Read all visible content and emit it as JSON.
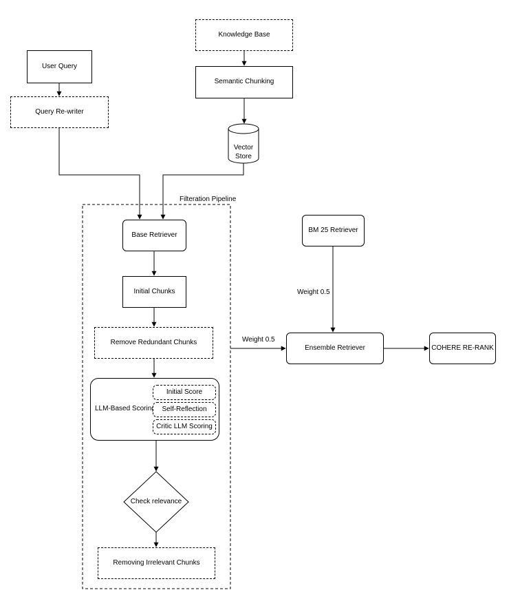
{
  "nodes": {
    "knowledge_base": "Knowledge Base",
    "semantic_chunking": "Semantic Chunking",
    "vector_store_line1": "Vector",
    "vector_store_line2": "Store",
    "user_query": "User Query",
    "query_rewriter": "Query Re-writer",
    "base_retriever": "Base Retriever",
    "initial_chunks": "Initial Chunks",
    "remove_redundant": "Remove Redundant Chunks",
    "llm_scoring": "LLM-Based Scoring",
    "initial_score": "Initial Score",
    "self_reflection": "Self-Reflection",
    "critic_scoring": "Critic LLM Scoring",
    "check_relevance": "Check relevance",
    "removing_irrelevant": "Removing Irrelevant Chunks",
    "bm25_retriever": "BM 25 Retriever",
    "ensemble_retriever": "Ensemble Retriever",
    "cohere_rerank": "COHERE RE-RANK"
  },
  "groups": {
    "filteration_pipeline": "Filteration Pipeline"
  },
  "edges": {
    "weight_bm25": "Weight 0.5",
    "weight_pipeline": "Weight 0.5"
  }
}
